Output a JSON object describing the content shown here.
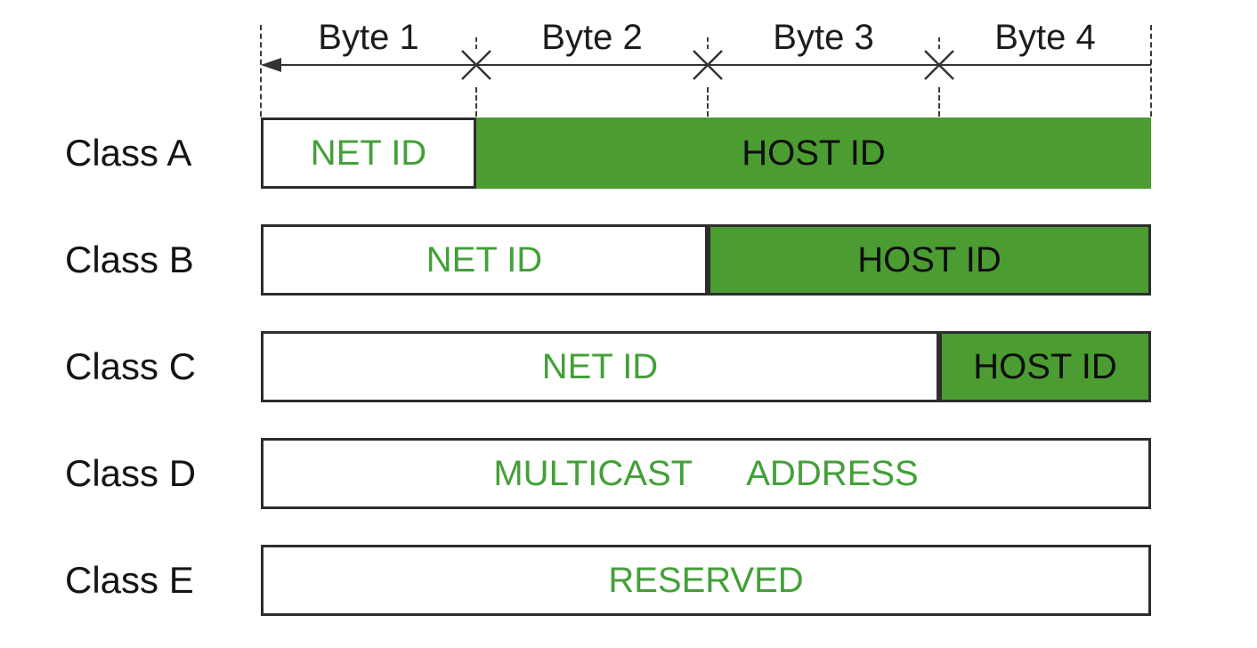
{
  "colors": {
    "fill_green": "#4b9c31",
    "text_green": "#43a038",
    "line": "#333333",
    "border": "#2d2d2d",
    "text_dark": "#141414"
  },
  "axis": {
    "byte_labels": [
      "Byte 1",
      "Byte 2",
      "Byte 3",
      "Byte 4"
    ]
  },
  "rows": [
    {
      "label": "Class A",
      "segments": [
        {
          "text": "NET ID",
          "byte_start": 1,
          "byte_end": 1,
          "fill": "white"
        },
        {
          "text": "HOST ID",
          "byte_start": 2,
          "byte_end": 4,
          "fill": "green"
        }
      ]
    },
    {
      "label": "Class B",
      "segments": [
        {
          "text": "NET ID",
          "byte_start": 1,
          "byte_end": 2,
          "fill": "white"
        },
        {
          "text": "HOST ID",
          "byte_start": 3,
          "byte_end": 4,
          "fill": "green"
        }
      ]
    },
    {
      "label": "Class C",
      "segments": [
        {
          "text": "NET ID",
          "byte_start": 1,
          "byte_end": 3,
          "fill": "white"
        },
        {
          "text": "HOST ID",
          "byte_start": 4,
          "byte_end": 4,
          "fill": "green"
        }
      ]
    },
    {
      "label": "Class D",
      "segments": [
        {
          "text": "MULTICAST ADDRESS",
          "byte_start": 1,
          "byte_end": 4,
          "fill": "white"
        }
      ]
    },
    {
      "label": "Class E",
      "segments": [
        {
          "text": "RESERVED",
          "byte_start": 1,
          "byte_end": 4,
          "fill": "white"
        }
      ]
    }
  ]
}
